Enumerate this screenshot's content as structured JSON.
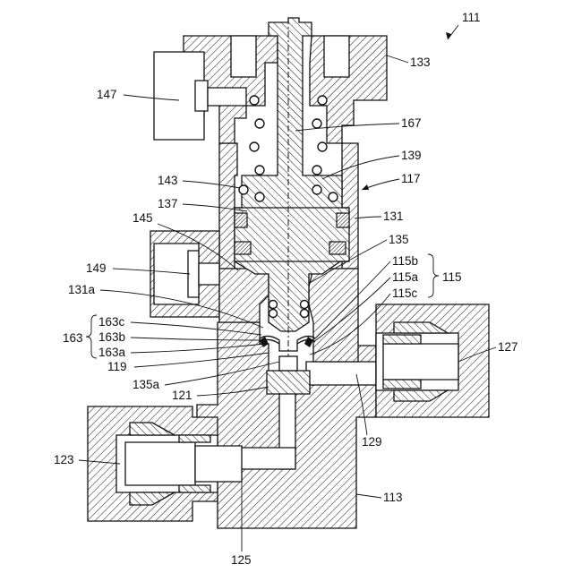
{
  "labels": {
    "l111": "111",
    "l133": "133",
    "l147": "147",
    "l167": "167",
    "l139": "139",
    "l143": "143",
    "l117": "117",
    "l137": "137",
    "l131": "131",
    "l145": "145",
    "l135": "135",
    "l149": "149",
    "l115b": "115b",
    "l115a": "115a",
    "l115": "115",
    "l131a": "131a",
    "l115c": "115c",
    "l163c": "163c",
    "l163b": "163b",
    "l163": "163",
    "l163a": "163a",
    "l127": "127",
    "l119": "119",
    "l135a": "135a",
    "l121": "121",
    "l129": "129",
    "l123": "123",
    "l113": "113",
    "l125": "125"
  }
}
